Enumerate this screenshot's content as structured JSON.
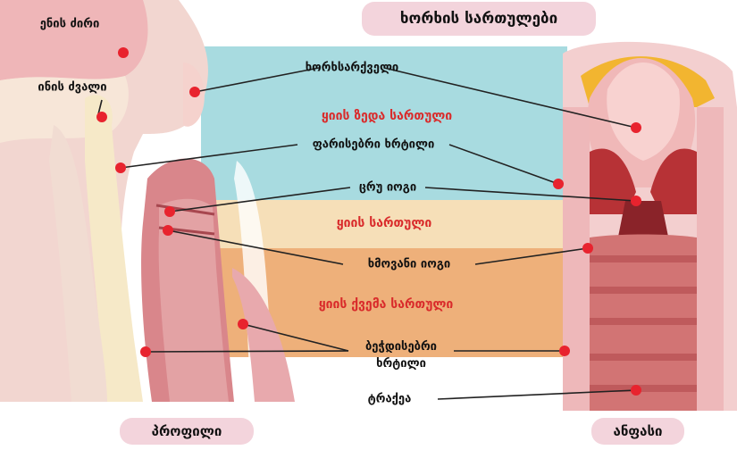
{
  "title": "ხორხის სართულები",
  "labels": {
    "tongue_root": "ენის ძირი",
    "hyoid_bone": "ინის ძვალი",
    "epiglottis": "ხორხსარქველი",
    "thyroid_cartilage": "ფარისებრი ხრტილი",
    "false_fold": "ცრუ იოგი",
    "vocal_fold": "ხმოვანი იოგი",
    "cricoid_cartilage_line1": "ბეჭდისებრი",
    "cricoid_cartilage_line2": "ხრტილი",
    "trachea": "ტრაქეა"
  },
  "regions": {
    "upper": "ყიის ზედა სართული",
    "middle": "ყიის სართული",
    "lower": "ყიის ქვემა სართული"
  },
  "views": {
    "profile": "პროფილი",
    "front": "ანფასი"
  },
  "colors": {
    "band_upper": "#a8dbe0",
    "band_middle": "#f6dfb8",
    "band_lower": "#eeb07a",
    "pin": "#e8232e",
    "region_text": "#d92b2b",
    "pill": "#f3d4dc"
  }
}
